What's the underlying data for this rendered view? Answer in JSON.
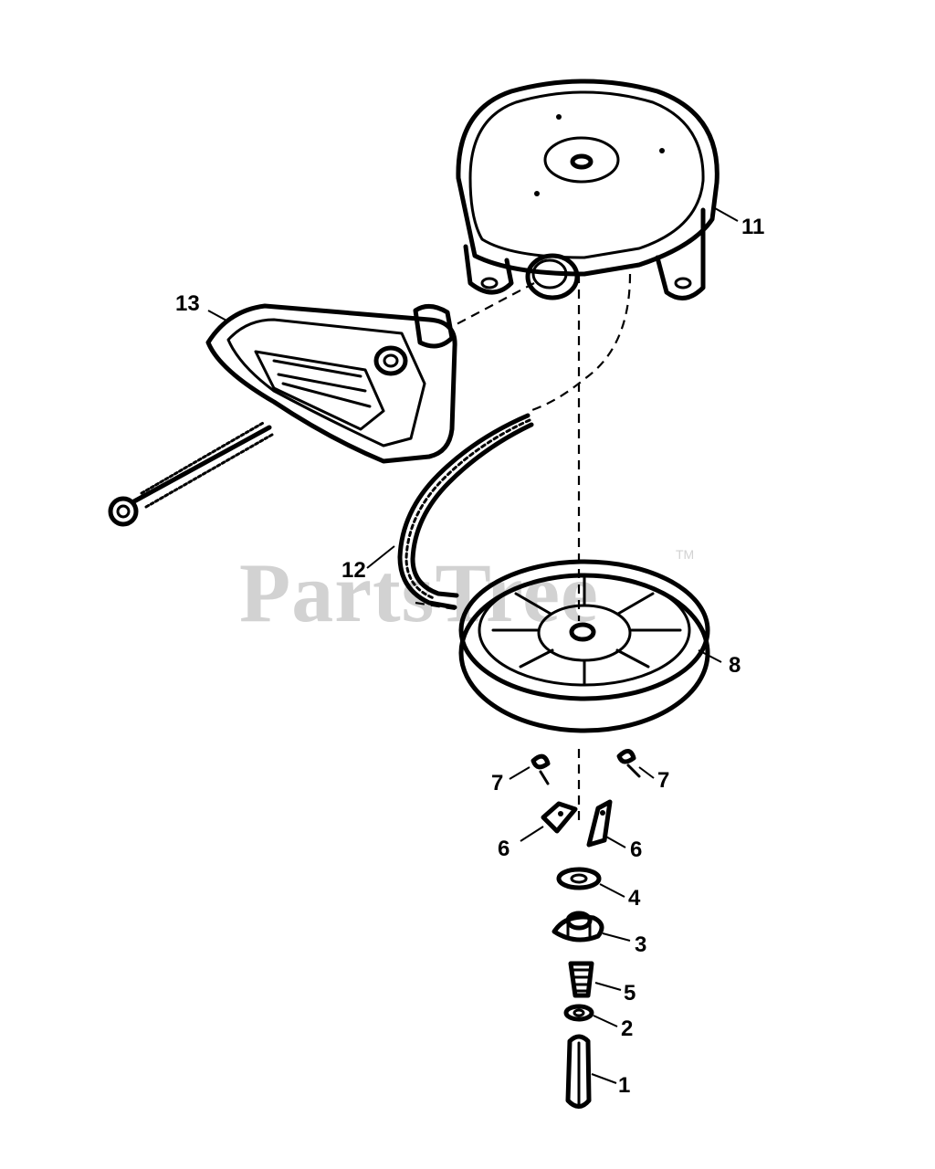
{
  "watermark": {
    "text": "PartsTree",
    "trademark": "TM"
  },
  "callouts": {
    "p1": "1",
    "p2": "2",
    "p3": "3",
    "p4": "4",
    "p5": "5",
    "p6_left": "6",
    "p6_right": "6",
    "p7_left": "7",
    "p7_right": "7",
    "p8": "8",
    "p11": "11",
    "p12": "12",
    "p13": "13"
  }
}
